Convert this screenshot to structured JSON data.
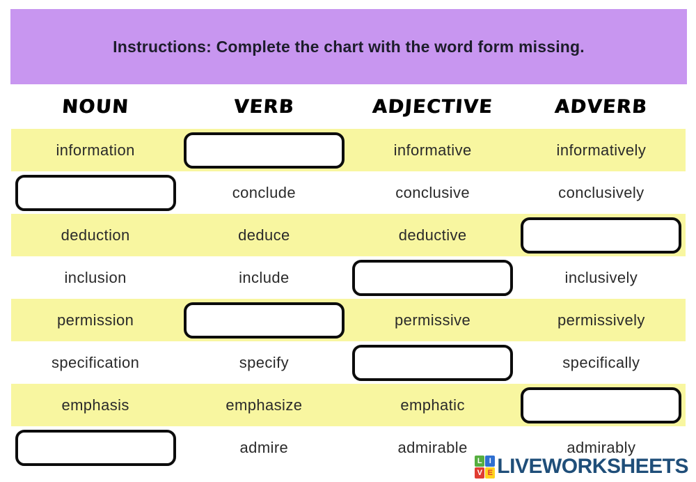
{
  "page": {
    "background": "#ffffff"
  },
  "instructions": {
    "text": "Instructions: Complete the chart with the word form missing.",
    "background": "#c896f0",
    "text_color": "#1d1d2b"
  },
  "table": {
    "columns": [
      {
        "label": "NOUN"
      },
      {
        "label": "VERB"
      },
      {
        "label": "ADJECTIVE"
      },
      {
        "label": "ADVERB"
      }
    ],
    "highlight_color": "#f8f6a0",
    "answer_box_border_color": "#0c0c0c",
    "rows": [
      {
        "noun": "information",
        "verb": "",
        "adjective": "informative",
        "adverb": "informatively",
        "missing": "verb"
      },
      {
        "noun": "",
        "verb": "conclude",
        "adjective": "conclusive",
        "adverb": "conclusively",
        "missing": "noun"
      },
      {
        "noun": "deduction",
        "verb": "deduce",
        "adjective": "deductive",
        "adverb": "",
        "missing": "adverb"
      },
      {
        "noun": "inclusion",
        "verb": "include",
        "adjective": "",
        "adverb": "inclusively",
        "missing": "adjective"
      },
      {
        "noun": "permission",
        "verb": "",
        "adjective": "permissive",
        "adverb": "permissively",
        "missing": "verb"
      },
      {
        "noun": "specification",
        "verb": "specify",
        "adjective": "",
        "adverb": "specifically",
        "missing": "adjective"
      },
      {
        "noun": "emphasis",
        "verb": "emphasize",
        "adjective": "emphatic",
        "adverb": "",
        "missing": "adverb"
      },
      {
        "noun": "",
        "verb": "admire",
        "adjective": "admirable",
        "adverb": "admirably",
        "missing": "noun"
      }
    ]
  },
  "footer": {
    "logo": {
      "tiles": [
        {
          "letter": "L",
          "color": "#56ae3f"
        },
        {
          "letter": "I",
          "color": "#2f6fd0"
        },
        {
          "letter": "V",
          "color": "#e03c31"
        },
        {
          "letter": "E",
          "color": "#ffd21e"
        }
      ],
      "text": "LIVEWORKSHEETS",
      "text_color": "#1f4e79"
    }
  }
}
